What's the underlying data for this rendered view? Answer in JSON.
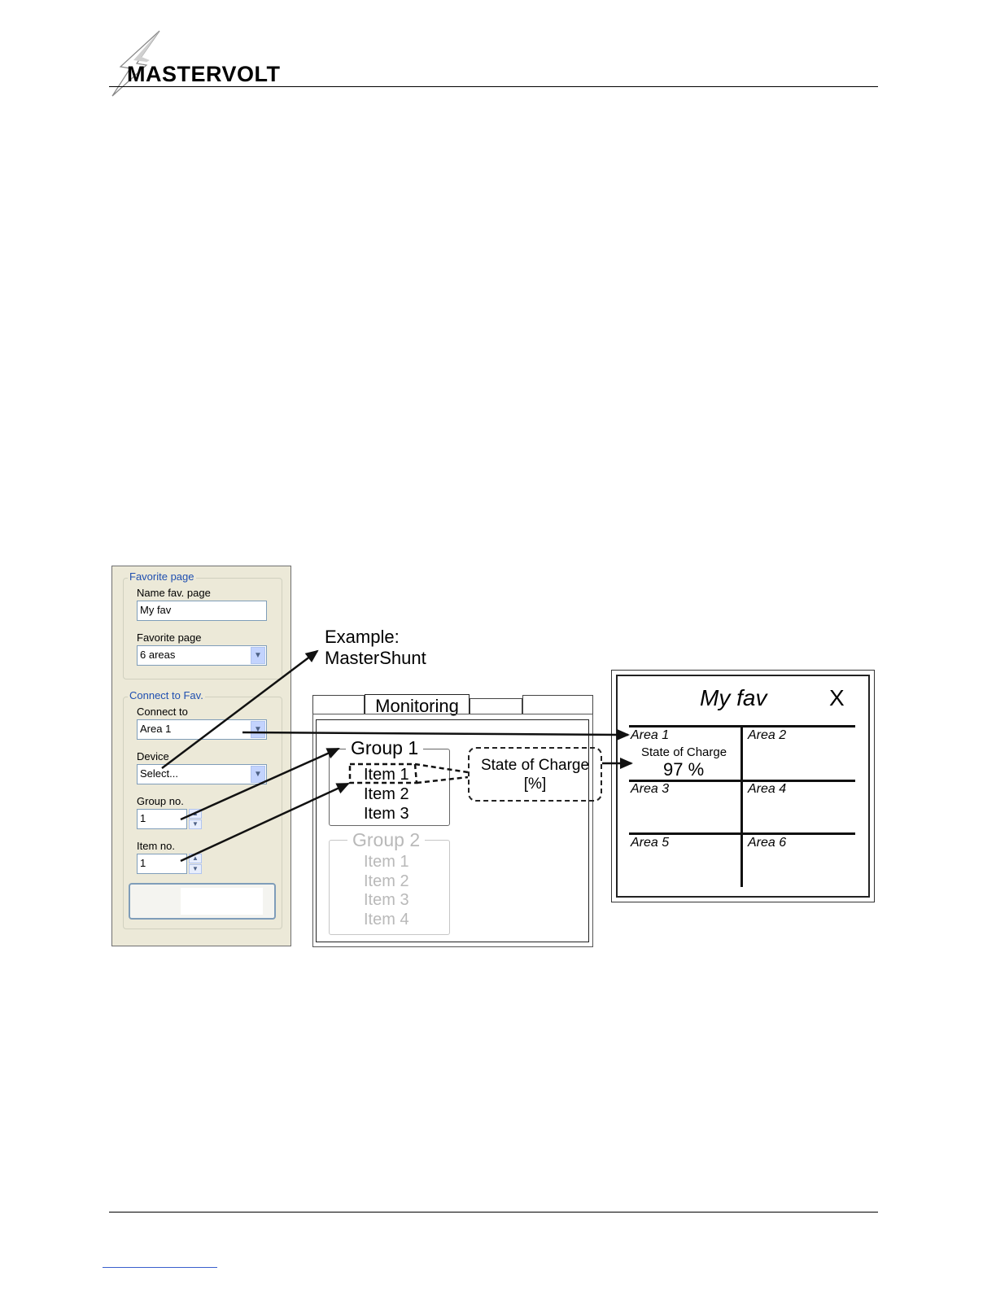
{
  "header": {
    "brand": "MASTERVOLT",
    "logo_icon": "lightning-bolt-icon"
  },
  "panel": {
    "favorite_group": {
      "title": "Favorite page",
      "name_label": "Name fav. page",
      "name_value": "My fav",
      "page_label": "Favorite page",
      "page_value": "6 areas"
    },
    "connect_group": {
      "title": "Connect to Fav.",
      "connect_label": "Connect to",
      "connect_value": "Area 1",
      "device_label": "Device",
      "device_value": "Select...",
      "group_label": "Group no.",
      "group_value": "1",
      "item_label": "Item no.",
      "item_value": "1"
    }
  },
  "annotation": {
    "example_line1": "Example:",
    "example_line2": "MasterShunt"
  },
  "monitoring": {
    "tab_label": "Monitoring",
    "group1": {
      "title": "Group 1",
      "items": [
        "Item 1",
        "Item 2",
        "Item 3"
      ]
    },
    "group2": {
      "title": "Group 2",
      "items": [
        "Item 1",
        "Item 2",
        "Item 3",
        "Item 4"
      ]
    },
    "callout_line1": "State of Charge",
    "callout_line2": "[%]"
  },
  "favorite_display": {
    "title": "My fav",
    "close": "X",
    "areas": [
      "Area 1",
      "Area 2",
      "Area 3",
      "Area 4",
      "Area 5",
      "Area 6"
    ],
    "area1_caption": "State of Charge",
    "area1_value": "97 %"
  }
}
